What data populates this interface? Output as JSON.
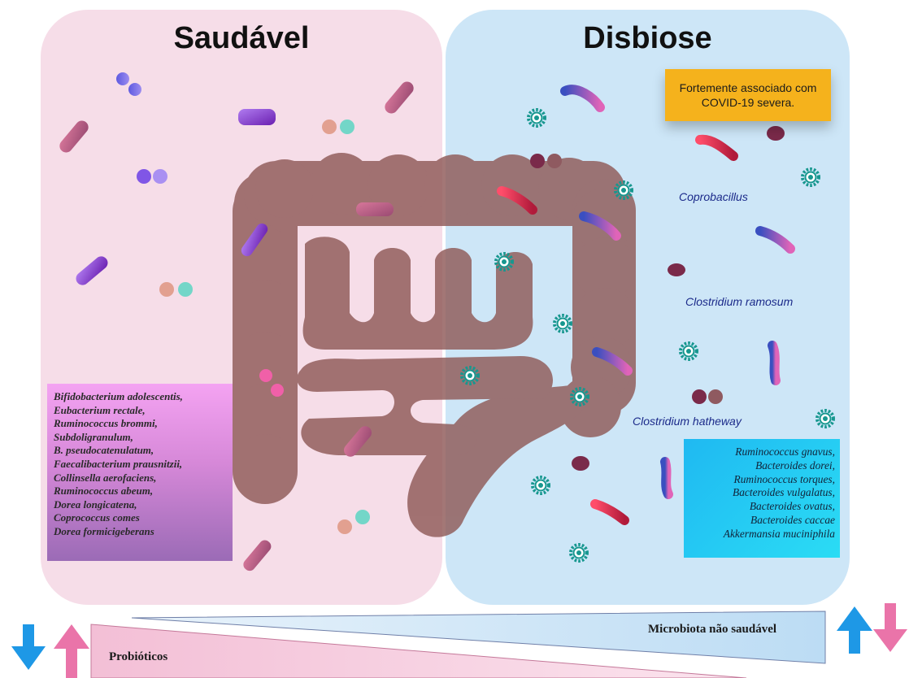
{
  "panels": {
    "healthy_title": "Saudável",
    "dysbiosis_title": "Disbiose"
  },
  "callout": {
    "line1": "Fortemente associado com",
    "line2": "COVID-19 severa."
  },
  "healthy_species": [
    "Bifidobacterium adolescentis,",
    "Eubacterium  rectale,",
    "Ruminococcus brommi,",
    "Subdoligranulum,",
    "B. pseudocatenulatum,",
    "Faecalibacterium  prausnitzii,",
    "Collinsella aerofaciens,",
    "Ruminococcus abeum,",
    "Dorea longicatena,",
    "Coprococcus comes",
    "Dorea formicigeberans"
  ],
  "dysbiosis_species": [
    "Ruminococcus gnavus,",
    "Bacteroides dorei,",
    "Ruminococcus torques,",
    "Bacteroides vulgalatus,",
    "Bacteroides ovatus,",
    "Bacteroides caccae",
    "Akkermansia muciniphila"
  ],
  "labels": {
    "coprobacillus": "Coprobacillus",
    "ramosum": "Clostridium ramosum",
    "hatheway": "Clostridium hatheway"
  },
  "bottom": {
    "unhealthy": "Microbiota não saudável",
    "probiotics": "Probióticos"
  },
  "colors": {
    "healthy_bg": "#f6dde8",
    "dysbiosis_bg": "#cde6f7",
    "callout": "#f5b21c",
    "intestine": "#8f5a58",
    "arrow_blue": "#1e98e6",
    "arrow_pink": "#ea74a9"
  },
  "icons": [
    "bacteria-icon",
    "virus-icon",
    "intestine-icon",
    "arrow-up-icon",
    "arrow-down-icon"
  ]
}
